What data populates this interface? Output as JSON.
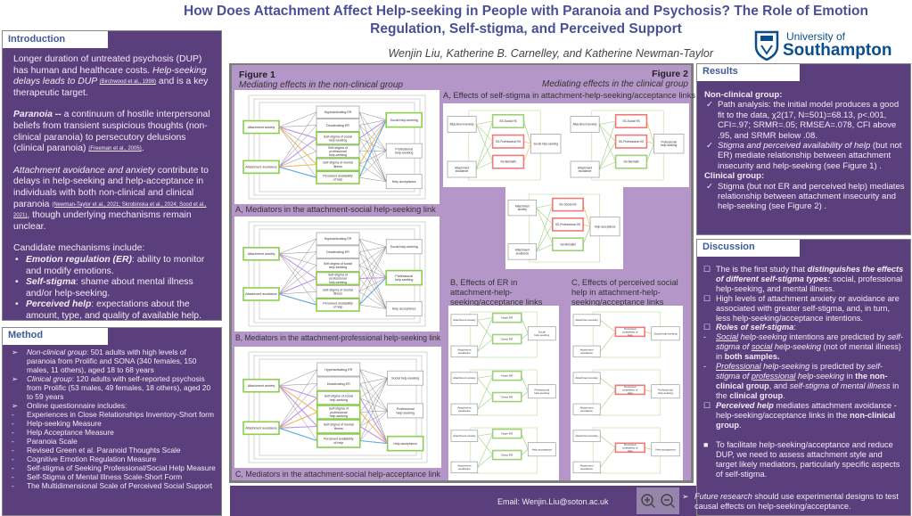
{
  "title": "How Does Attachment Affect Help-seeking in People with Paranoia and Psychosis? The Role of Emotion Regulation, Self-stigma, and Perceived Support",
  "authors": "Wenjin Liu, Katherine B. Carnelley, and Katherine Newman-Taylor",
  "logo": {
    "line1": "University of",
    "line2": "Southampton"
  },
  "colors": {
    "panel": "#5b3f7d",
    "figure_bg": "#b497c8",
    "title": "#4a5096",
    "highlight_green": "#8ccf4d",
    "purple_path": "#c08ff0",
    "orange_path": "#f5b85a",
    "blue_path": "#5aa7e6",
    "red_node": "#f07a7a"
  },
  "introduction": {
    "heading": "Introduction",
    "paragraphs": [
      [
        [
          "Longer duration of untreated psychosis  (DUP) has human and healthcare costs. ",
          ""
        ],
        [
          "Help-seeking delays leads to DUP ",
          "i"
        ],
        [
          "(Birchwood et al., 1998)",
          "sup"
        ],
        [
          " and is a key therapeutic target.",
          ""
        ]
      ],
      [
        [
          "Paranoia --",
          "bi"
        ],
        [
          " a continuum of hostile interpersonal beliefs from transient suspicious thoughts (non-clinical paranoia) to persecutory delusions (clinical paranoia) ",
          ""
        ],
        [
          "(Freeman et al., 2005)",
          "sup"
        ],
        [
          ".",
          ""
        ]
      ],
      [
        [
          "Attachment avoidance and anxiety",
          "i"
        ],
        [
          " contribute to delays in help-seeking and help-acceptance in individuals with both non-clinical and clinical paranoia ",
          ""
        ],
        [
          "(Newman-Taylor et al., 2021; Skrobinska et al., 2024; Sood et al., 2021)",
          "sup"
        ],
        [
          ", though underlying mechanisms remain unclear.",
          ""
        ]
      ],
      [
        [
          "Candidate mechanisms include:",
          ""
        ]
      ]
    ],
    "mechanisms": [
      [
        [
          "Emotion regulation (ER)",
          "bi"
        ],
        [
          ": ability to monitor and modify emotions.",
          ""
        ]
      ],
      [
        [
          "Self-stigma",
          "bi"
        ],
        [
          ": shame about mental illness and/or help-seeking.",
          ""
        ]
      ],
      [
        [
          "Perceived  help",
          "bi"
        ],
        [
          ": expectations about the amount, type, and quality of available help.",
          ""
        ]
      ]
    ]
  },
  "method": {
    "heading": "Method",
    "items": [
      {
        "marker": "➢",
        "parts": [
          [
            "Non-clinical group",
            "i"
          ],
          [
            ": 501 adults with high levels of paranoia from Prolific and SONA  (340 females, 150 males, 11 others), aged 18 to 68 years",
            ""
          ]
        ]
      },
      {
        "marker": "➢",
        "parts": [
          [
            "Clinical group",
            "i"
          ],
          [
            ": 120 adults with self-reported psychosis from Prolific (53 males, 49 females, 18 others), aged 20 to 59 years",
            ""
          ]
        ]
      },
      {
        "marker": "➢",
        "parts": [
          [
            "Online questionnaire includes:",
            ""
          ]
        ]
      },
      {
        "marker": "-",
        "parts": [
          [
            "Experiences in Close Relationships Inventory-Short form",
            ""
          ]
        ]
      },
      {
        "marker": "-",
        "parts": [
          [
            "Help-seeking Measure",
            ""
          ]
        ]
      },
      {
        "marker": "-",
        "parts": [
          [
            "Help Acceptance Measure",
            ""
          ]
        ]
      },
      {
        "marker": "-",
        "parts": [
          [
            "Paranoia Scale",
            ""
          ]
        ]
      },
      {
        "marker": "-",
        "parts": [
          [
            "Revised Green et al. Paranoid Thoughts Scale",
            ""
          ]
        ]
      },
      {
        "marker": "-",
        "parts": [
          [
            "Cognitive Emotion Regulation Measure",
            ""
          ]
        ]
      },
      {
        "marker": "-",
        "parts": [
          [
            "Self-stigma of Seeking Professional/Social Help Measure",
            ""
          ]
        ]
      },
      {
        "marker": "-",
        "parts": [
          [
            "Self-Stigma of Mental Illness Scale-Short Form",
            ""
          ]
        ]
      },
      {
        "marker": "-",
        "parts": [
          [
            "The Multidimensional Scale of Perceived Social Support",
            ""
          ]
        ]
      }
    ]
  },
  "results": {
    "heading": "Results",
    "nonclinical_heading": "Non-clinical group:",
    "nonclinical": [
      [
        [
          "Path analysis: the initial model produces a good fit to the data, χ2(17, N=501)=68.13, p<.001, CFI=.97; SRMR=.05; RMSEA=.078, CFI above .95, and SRMR below .08.",
          ""
        ]
      ],
      [
        [
          "Stigma and perceived availability of help",
          "i"
        ],
        [
          " (but not ER) mediate relationship between attachment insecurity and help-seeking (see Figure 1) .",
          ""
        ]
      ]
    ],
    "clinical_heading": "Clinical group:",
    "clinical": [
      [
        [
          "Stigma (but not ER and perceived help) mediates relationship between attachment insecurity and help-seeking (see Figure 2) .",
          ""
        ]
      ]
    ],
    "marker": "✓"
  },
  "discussion": {
    "heading": "Discussion",
    "items": [
      {
        "marker": "☐",
        "parts": [
          [
            "The is the first study that ",
            ""
          ],
          [
            "distinguishes the effects of different self-stigma types:",
            "bi"
          ],
          [
            " social, professional help-seeking, and mental illness.",
            ""
          ]
        ]
      },
      {
        "marker": "☐",
        "parts": [
          [
            "High levels of attachment anxiety or avoidance are associated with greater self-stigma, and, in turn, less help-seeking/acceptance intentions.",
            ""
          ]
        ]
      },
      {
        "marker": "☐",
        "parts": [
          [
            "Roles of  self-stigma",
            "bi"
          ],
          [
            ":",
            ""
          ]
        ]
      },
      {
        "marker": "-",
        "parts": [
          [
            "Social",
            "iu"
          ],
          [
            " help-seeking",
            "i"
          ],
          [
            " intentions are predicted by ",
            ""
          ],
          [
            "self-stigma of ",
            "i"
          ],
          [
            "social",
            "iu"
          ],
          [
            " help-seeking",
            "i"
          ],
          [
            " (not of mental illness) in ",
            ""
          ],
          [
            "both samples.",
            "b"
          ]
        ]
      },
      {
        "marker": "-",
        "parts": [
          [
            "Professional",
            "iu"
          ],
          [
            " help-seeking",
            "i"
          ],
          [
            " is predicted by ",
            ""
          ],
          [
            "self-stigma of ",
            "i"
          ],
          [
            "professional",
            "iu"
          ],
          [
            " help-seeking",
            "i"
          ],
          [
            " in ",
            ""
          ],
          [
            "the non-clinical group",
            "b"
          ],
          [
            ", and ",
            ""
          ],
          [
            "self-stigma of mental illness",
            "i"
          ],
          [
            " in the ",
            ""
          ],
          [
            "clinical group",
            "b"
          ],
          [
            ".",
            ""
          ]
        ]
      },
      {
        "marker": "☐",
        "parts": [
          [
            "Perceived help",
            "bi"
          ],
          [
            " mediates attachment avoidance - help-seeking/acceptance links in the ",
            ""
          ],
          [
            "non-clinical group",
            "b"
          ],
          [
            ".",
            ""
          ]
        ]
      },
      {
        "marker": "■",
        "parts": [
          [
            "To facilitate help-seeking/acceptance and reduce DUP, we need to assess attachment style and target likely mediators, particularly specific aspects of self-stigma.",
            ""
          ]
        ]
      }
    ],
    "future": {
      "marker": "➢",
      "parts": [
        [
          "Future research",
          "i"
        ],
        [
          " should use experimental designs to test causal effects on help-seeking/acceptance.",
          ""
        ]
      ]
    }
  },
  "email": "Email: Wenjin.Liu@soton.ac.uk",
  "figure1": {
    "title": "Figure 1",
    "subtitle": "Mediating effects in the non-clinical group",
    "left_nodes": [
      "Attachment anxiety",
      "Attachment avoidance"
    ],
    "mid_nodes": [
      "Hyperactivating ER",
      "Deactivating ER",
      "Self-stigma of social help-seeking",
      "Self-stigma of professional help-seeking",
      "Self-stigma of mental illness",
      "Perceived availability of help"
    ],
    "right_nodes": [
      "Social help-seeking",
      "Professional help-seeking",
      "Help acceptance"
    ],
    "panels": [
      {
        "caption": "A, Mediators in the attachment-social help-seeking link",
        "highlight_mid": [
          2,
          4,
          5
        ],
        "highlight_right": [
          0
        ]
      },
      {
        "caption": "B, Mediators in the attachment-professional help-seeking link",
        "highlight_mid": [
          3,
          5
        ],
        "highlight_right": [
          1
        ]
      },
      {
        "caption": "C, Mediators in the attachment-social help-acceptance link",
        "highlight_mid": [
          2,
          3,
          4,
          5
        ],
        "highlight_right": [
          2
        ]
      }
    ]
  },
  "figure2": {
    "title": "Figure 2",
    "subtitle": "Mediating effects in the clinical group",
    "panel_a_caption": "A, Effects of self-stigma in attachment-help-seeking/acceptance links",
    "panel_b_caption": "B, Effects of ER in attachment-help-seeking/acceptance links",
    "panel_c_caption": "C, Effects of perceived social help in attachment-help-seeking/acceptance links",
    "left_nodes": [
      "Attachment anxiety",
      "Attachment avoidance"
    ],
    "stigma_nodes": [
      "SS-Social HS",
      "SS-Professional HS",
      "SS-MentalIll"
    ],
    "er_nodes": [
      "Hyper ER",
      "Deact ER"
    ],
    "help_nodes": [
      "Perceived availability of help"
    ],
    "outcomes": [
      "Social help-seeking",
      "Professional help-seeking",
      "Help acceptance"
    ],
    "a_highlight": [
      [
        1,
        2
      ],
      [
        0,
        1
      ],
      [
        0,
        1
      ]
    ]
  },
  "viewer": {
    "zoom_in": "zoom-in",
    "zoom_out": "zoom-out"
  }
}
